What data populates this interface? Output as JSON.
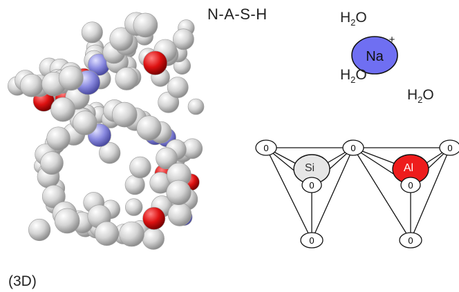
{
  "title": "N-A-S-H",
  "view_label": "(3D)",
  "water": {
    "formula_main": "H",
    "formula_sub": "2",
    "formula_tail": "O"
  },
  "sodium": {
    "symbol": "Na",
    "charge": "+",
    "color": "#6f6ff2"
  },
  "silicon": {
    "symbol": "Si",
    "color": "#e6e6e6"
  },
  "aluminum": {
    "symbol": "Al",
    "color": "#ee1c1c"
  },
  "oxygen_label": "0",
  "molecule_colors": {
    "carbon": "#cfcfcf",
    "oxygen": "#dd1111",
    "nitrogen": "#8a8ae0"
  }
}
